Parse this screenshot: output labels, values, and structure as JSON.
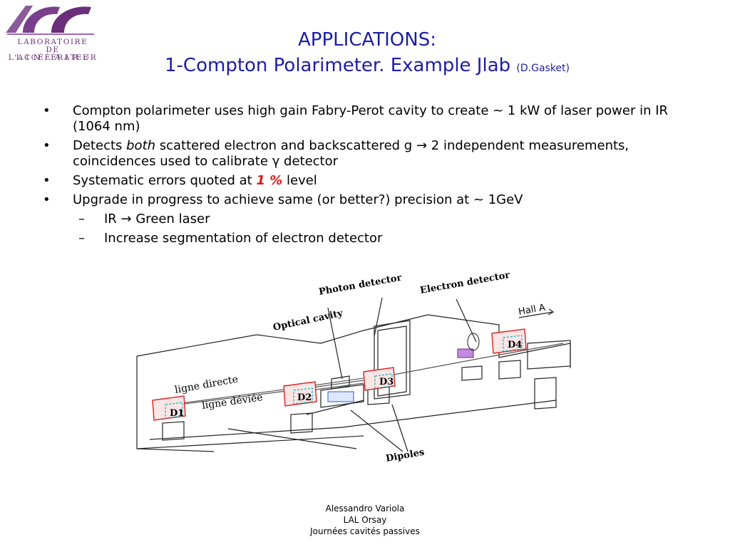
{
  "logo": {
    "line1": "LABORATOIRE",
    "line2": "DE L'ACCÉLÉRATEUR",
    "line3": "L I N É A I R E"
  },
  "title": {
    "line1": "APPLICATIONS:",
    "line2": "1-Compton Polarimeter. Example Jlab",
    "credit": "(D.Gasket)"
  },
  "bullets": {
    "b1": "Compton polarimeter uses high gain  Fabry-Perot cavity to create ~ 1 kW of laser power in IR (1064 nm)",
    "b2_pre": "Detects ",
    "b2_em": "both",
    "b2_post": " scattered electron and backscattered g",
    "b2_arrow": "→",
    "b2_rest": " 2 independent measurements, coincidences used to calibrate ",
    "b2_gamma": "γ",
    "b2_end": " detector",
    "b3_pre": "Systematic errors quoted at ",
    "b3_val": "1 %",
    "b3_post": " level",
    "b4": "Upgrade in progress to achieve same (or better?) precision at ~ 1GeV",
    "s1_pre": "IR ",
    "s1_arrow": "→",
    "s1_post": " Green laser",
    "s2": "Increase segmentation of electron detector",
    "bullet_char": "•",
    "dash_char": "–"
  },
  "diagram": {
    "photon_detector": "Photon detector",
    "electron_detector": "Electron detector",
    "hall_a": "Hall A",
    "optical_cavity": "Optical cavity",
    "ligne_directe": "ligne directe",
    "ligne_deviee": "ligne déviée",
    "dipoles": "Dipoles",
    "d1": "D1",
    "d2": "D2",
    "d3": "D3",
    "d4": "D4"
  },
  "footer": {
    "author": "Alessandro Variola",
    "lab": "LAL Orsay",
    "event": "Journées cavités passives"
  },
  "colors": {
    "title": "#1d1da8",
    "logo": "#6b2e7a",
    "highlight": "#e0191b"
  }
}
